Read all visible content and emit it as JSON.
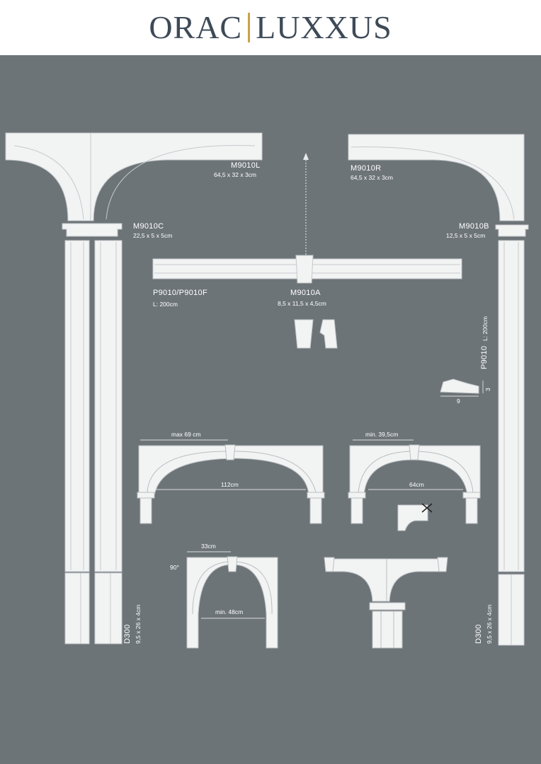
{
  "brand": {
    "left": "ORAC",
    "right": "LUXXUS"
  },
  "products": {
    "m9010l": {
      "code": "M9010L",
      "dims": "64,5 x 32 x 3cm"
    },
    "m9010r": {
      "code": "M9010R",
      "dims": "64,5 x 32 x 3cm"
    },
    "m9010c": {
      "code": "M9010C",
      "dims": "22,5 x 5 x 5cm"
    },
    "m9010b": {
      "code": "M9010B",
      "dims": "12,5 x 5 x 5cm"
    },
    "p9010f": {
      "code": "P9010/P9010F",
      "dims": "L: 200cm"
    },
    "m9010a": {
      "code": "M9010A",
      "dims": "8,5 x 11,5 x 4,5cm"
    },
    "p9010_vertical": {
      "code": "P9010",
      "dims": "L: 200cm"
    },
    "d300_left": {
      "code": "D300",
      "dims": "9,5 x 26 x 4cm"
    },
    "d300_right": {
      "code": "D300",
      "dims": "9,5 x 26 x 4cm"
    }
  },
  "profile": {
    "width_label": "9",
    "height_label": "3"
  },
  "examples": {
    "wide": {
      "top_label": "max 69 cm",
      "span_label": "112cm"
    },
    "narrow": {
      "top_label": "min. 39,5cm",
      "span_label": "64cm"
    },
    "arch": {
      "top_label": "33cm",
      "angle_label": "90°",
      "span_label": "min. 48cm"
    }
  },
  "colors": {
    "panel": "#6d7478",
    "molding": "#f2f3f3",
    "brand_text": "#3e4a57",
    "brand_separator": "#c9a24a"
  }
}
